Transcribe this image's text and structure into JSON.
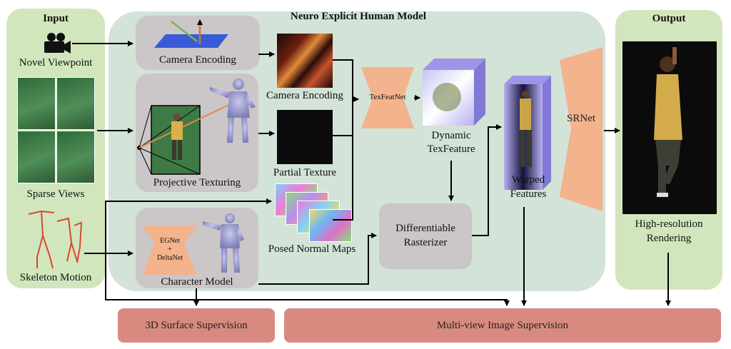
{
  "title": "Neuro Explicit Human Model",
  "input": {
    "header": "Input",
    "novel_viewpoint": "Novel Viewpoint",
    "sparse_views": "Sparse Views",
    "skeleton_motion": "Skeleton Motion",
    "camera_icon": "movie-camera-icon"
  },
  "output": {
    "header": "Output",
    "rendering_label_line1": "High-resolution",
    "rendering_label_line2": "Rendering"
  },
  "modules": {
    "camera_encoding_box": "Camera Encoding",
    "projective_texturing": "Projective Texturing",
    "character_model": "Character Model",
    "egnet_line1": "EGNet",
    "egnet_line2": "+",
    "egnet_line3": "DeltaNet",
    "camera_encoding_map": "Camera Encoding",
    "partial_texture": "Partial Texture",
    "posed_normal_maps": "Posed Normal Maps",
    "texfeatnet": "TexFeatNet",
    "dynamic_texfeature_line1": "Dynamic",
    "dynamic_texfeature_line2": "TexFeature",
    "differentiable_line1": "Differentiable",
    "differentiable_line2": "Rasterizer",
    "warped_line1": "Warped",
    "warped_line2": "Features",
    "srnet": "SRNet"
  },
  "supervision": {
    "surface": "3D Surface Supervision",
    "multiview": "Multi-view Image Supervision"
  },
  "colors": {
    "green_panel": "#d2e6bd",
    "main_panel": "#d3e3d7",
    "gray_box": "#cbc6c8",
    "orange_net": "#f2b38d",
    "supervision": "#d98a80"
  }
}
